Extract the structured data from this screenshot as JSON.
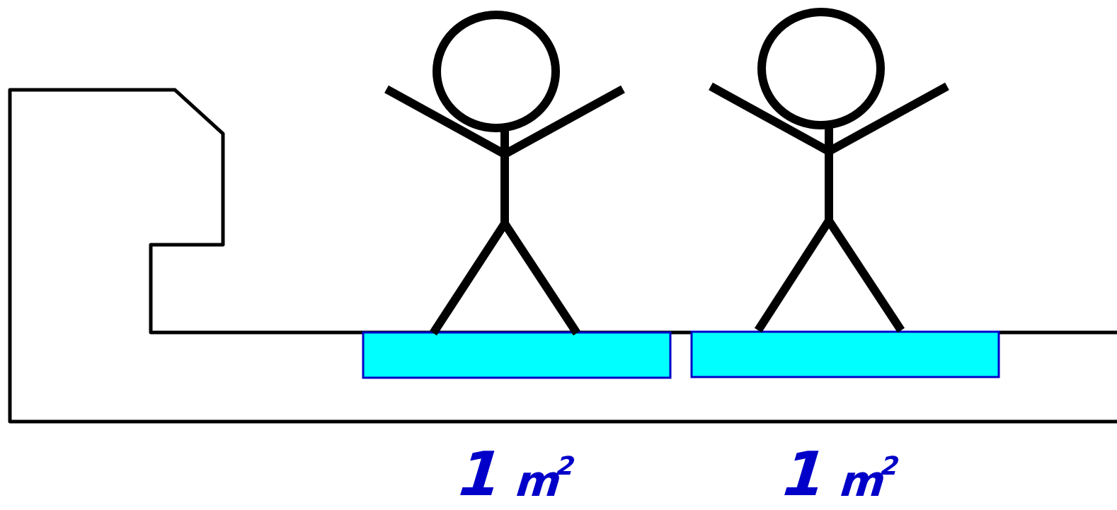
{
  "colors": {
    "outline": "#000000",
    "mat_fill": "#00ffff",
    "mat_border": "#0000c8",
    "label": "#0000c8"
  },
  "labels": [
    {
      "number": "1",
      "unit": "m",
      "superscript": "2"
    },
    {
      "number": "1",
      "unit": "m",
      "superscript": "2"
    }
  ]
}
